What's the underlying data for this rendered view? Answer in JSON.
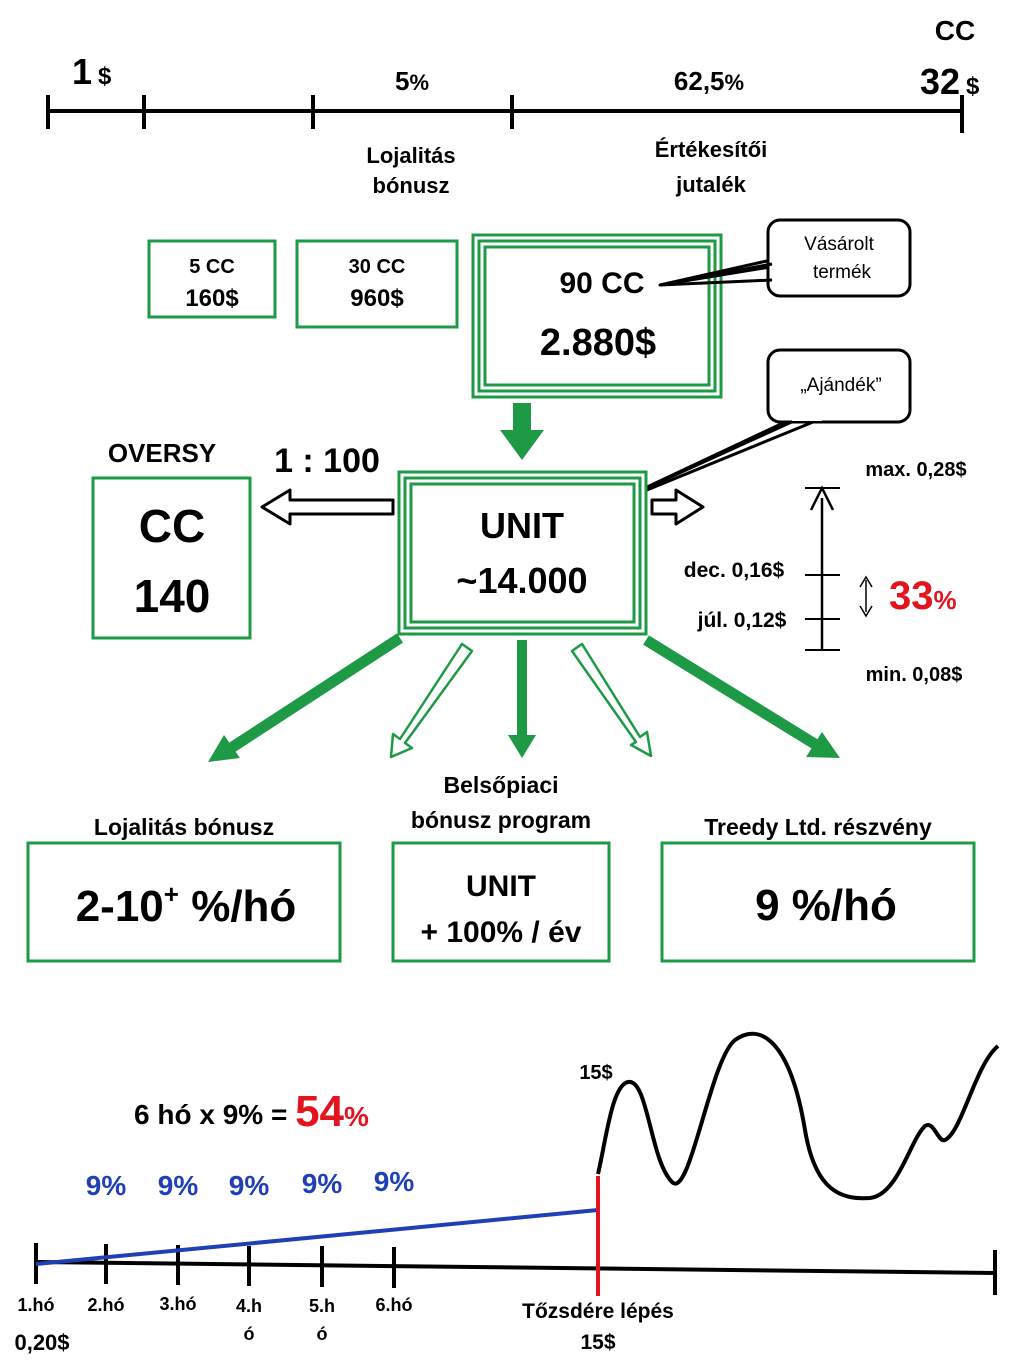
{
  "top_scale": {
    "left_value": "1",
    "left_unit": "$",
    "right_cc": "CC",
    "right_value": "32",
    "right_unit": "$",
    "pct_5": "5",
    "pct_5_sym": "%",
    "pct_62": "62,5",
    "pct_62_sym": "%",
    "loyalty_line1": "Lojalitás",
    "loyalty_line2": "bónusz",
    "sales_line1": "Értékesítői",
    "sales_line2": "jutalék"
  },
  "packages": [
    {
      "cc": "5 CC",
      "price": "160$"
    },
    {
      "cc": "30 CC",
      "price": "960$"
    },
    {
      "cc": "90 CC",
      "price": "2.880$"
    }
  ],
  "callouts": {
    "purchased_line1": "Vásárolt",
    "purchased_line2": "termék",
    "gift": "„Ajándék”"
  },
  "oversy": {
    "label": "OVERSY",
    "ratio": "1 : 100",
    "cc": "CC",
    "value": "140"
  },
  "unit_box": {
    "line1": "UNIT",
    "line2": "~14.000"
  },
  "price_range": {
    "max": "max. 0,28$",
    "dec": "dec. 0,16$",
    "jul": "júl. 0,12$",
    "min": "min. 0,08$",
    "pct": "33",
    "pct_sym": "%"
  },
  "bonuses": {
    "loyalty_title": "Lojalitás bónusz",
    "loyalty_value": "2-10",
    "loyalty_sup": "+",
    "loyalty_unit": " %/hó",
    "internal_title1": "Belsőpiaci",
    "internal_title2": "bónusz program",
    "internal_line1": "UNIT",
    "internal_line2": "+ 100% / év",
    "treedy_title": "Treedy Ltd. részvény",
    "treedy_value": "9 %/hó"
  },
  "timeline": {
    "equation_text": "6 hó x 9% = ",
    "equation_result": "54",
    "equation_sym": "%",
    "monthly": [
      "9%",
      "9%",
      "9%",
      "9%",
      "9%"
    ],
    "price_15": "15$",
    "months": [
      {
        "l1": "1.hó",
        "l2": ""
      },
      {
        "l1": "2.hó",
        "l2": ""
      },
      {
        "l1": "3.hó",
        "l2": ""
      },
      {
        "l1": "4.h",
        "l2": "ó"
      },
      {
        "l1": "5.h",
        "l2": "ó"
      },
      {
        "l1": "6.hó",
        "l2": ""
      }
    ],
    "start_price": "0,20$",
    "ipo_label": "Tőzsdére lépés",
    "ipo_price": "15$"
  },
  "colors": {
    "green": "#1e9a46",
    "red": "#e3141e",
    "blue": "#1f3fb5",
    "black": "#000000"
  }
}
